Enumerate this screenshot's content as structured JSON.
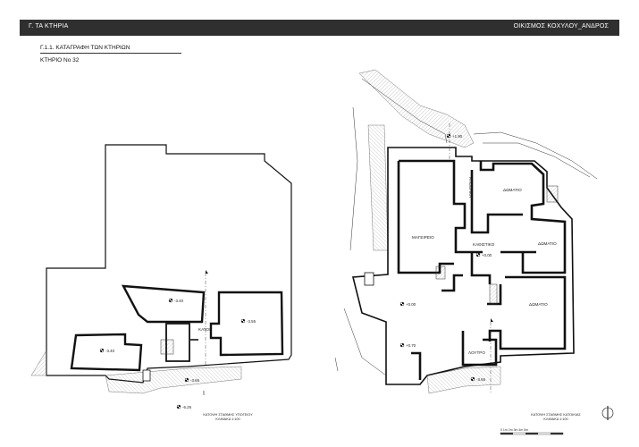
{
  "header": {
    "left": "Γ. ΤΑ ΚΤΗΡΙΑ",
    "right": "ΟΙΚΙΣΜΟΣ ΚΟΧΥΛΟΥ_ΑΝΔΡΟΣ"
  },
  "section_title": "Γ.1.1. ΚΑΤΑΓΡΑΦΗ ΤΩΝ ΚΤΗΡΙΩΝ",
  "building_no": "ΚΤΗΡΙΟ Νο 32",
  "plan_lower": {
    "room_labels": {
      "katoi": "ΚΑΤΟΙ"
    },
    "levels": [
      "-3.40",
      "-3.55",
      "-3.40",
      "-3.65",
      "-6.25"
    ],
    "caption_line1": "ΚΑΤΟΨΗ ΣΤΑΘΜΗΣ ΥΠΟΓΕΙΟΥ",
    "caption_line2": "ΚΛΙΜΑΚΑ 1:100"
  },
  "plan_upper": {
    "room_labels": {
      "apothiki": "ΑΠΟΘΗΚΗ",
      "domatio_top": "ΔΩΜΑΤΙΟ",
      "mageireio": "ΜΑΓΕΙΡΕΙΟ",
      "kathistiko": "ΚΑΘΙΣΤΙΚΟ",
      "domatio_mid": "ΔΩΜΑΤΙΟ",
      "domatio_low": "ΔΩΜΑΤΙΟ",
      "loutro": "ΛΟΥΤΡΟ"
    },
    "levels": [
      "+1.90",
      "+0.00",
      "+0.00",
      "+0.70",
      "-3.65"
    ],
    "caption_line1": "ΚΑΤΟΨΗ ΣΤΑΘΜΗΣ ΚΑΤΟΙΚΙΑΣ",
    "caption_line2": "ΚΛΙΜΑΚΑ 1:100"
  },
  "scale_bar": "0  1m  2m  3m  4m  5m",
  "icons": [
    "north-arrow-icon",
    "level-marker-icon"
  ]
}
